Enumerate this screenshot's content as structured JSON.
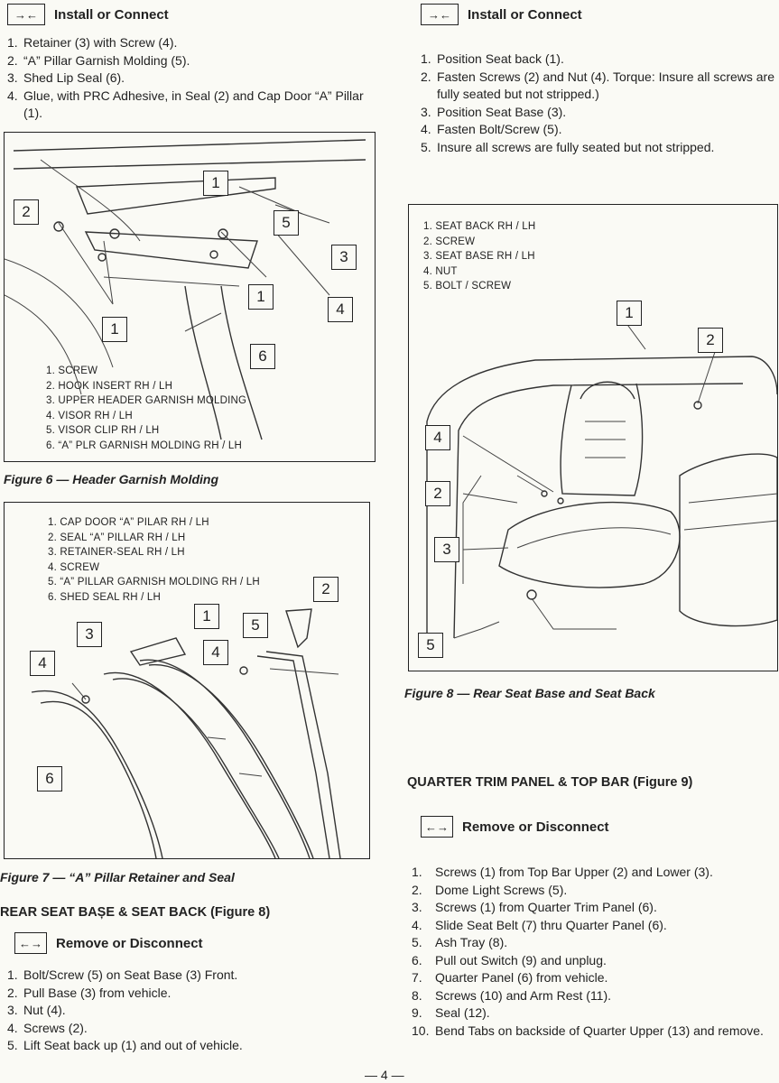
{
  "left": {
    "install_header": {
      "icon": "→←",
      "label": "Install or Connect"
    },
    "install_steps": [
      {
        "n": "1.",
        "text": "Retainer (3) with Screw (4)."
      },
      {
        "n": "2.",
        "text": "“A” Pillar Garnish Molding (5)."
      },
      {
        "n": "3.",
        "text": "Shed Lip Seal (6)."
      },
      {
        "n": "4.",
        "text": "Glue, with PRC Adhesive, in Seal (2) and Cap Door “A” Pillar (1)."
      }
    ],
    "fig6": {
      "callouts": [
        "2",
        "1",
        "5",
        "3",
        "1",
        "4",
        "1",
        "6"
      ],
      "legend": [
        "1.  SCREW",
        "2.  HOOK INSERT RH / LH",
        "3.  UPPER HEADER GARNISH MOLDING",
        "4.  VISOR RH / LH",
        "5.  VISOR CLIP RH / LH",
        "6.  “A” PLR GARNISH MOLDING RH / LH"
      ],
      "caption": "Figure 6 — Header Garnish Molding"
    },
    "fig7": {
      "legend": [
        "1.  CAP DOOR “A” PILAR RH / LH",
        "2.  SEAL “A” PILLAR RH / LH",
        "3.  RETAINER-SEAL RH / LH",
        "4.  SCREW",
        "5.  “A” PILLAR GARNISH MOLDING RH / LH",
        "6.  SHED SEAL RH / LH"
      ],
      "callouts": [
        "2",
        "1",
        "5",
        "3",
        "4",
        "4",
        "6"
      ],
      "caption": "Figure 7 — “A” Pillar Retainer and Seal"
    },
    "rear_seat_title": "REAR SEAT BAȘE & SEAT BACK (Figure 8)",
    "remove_header": {
      "icon": "←→",
      "label": "Remove or Disconnect"
    },
    "remove_steps": [
      {
        "n": "1.",
        "text": "Bolt/Screw (5) on Seat Base (3) Front."
      },
      {
        "n": "2.",
        "text": "Pull Base (3) from vehicle."
      },
      {
        "n": "3.",
        "text": "Nut (4)."
      },
      {
        "n": "4.",
        "text": "Screws (2)."
      },
      {
        "n": "5.",
        "text": "Lift Seat back up (1) and out of vehicle."
      }
    ]
  },
  "right": {
    "install_header": {
      "icon": "→←",
      "label": "Install or Connect"
    },
    "install_steps": [
      {
        "n": "1.",
        "text": "Position Seat back (1)."
      },
      {
        "n": "2.",
        "text": "Fasten Screws (2) and Nut (4). Torque: Insure all screws are fully seated but not stripped.)"
      },
      {
        "n": "3.",
        "text": "Position Seat Base (3)."
      },
      {
        "n": "4.",
        "text": "Fasten Bolt/Screw (5)."
      },
      {
        "n": "5.",
        "text": "Insure all screws are fully seated but not stripped."
      }
    ],
    "fig8": {
      "legend": [
        "1.  SEAT BACK RH / LH",
        "2.  SCREW",
        "3.  SEAT BASE RH / LH",
        "4.  NUT",
        "5.  BOLT / SCREW"
      ],
      "callouts": [
        "1",
        "2",
        "4",
        "2",
        "3",
        "5"
      ],
      "caption": "Figure 8 — Rear Seat Base and Seat Back"
    },
    "quarter_title": "QUARTER TRIM PANEL & TOP BAR (Figure 9)",
    "remove_header": {
      "icon": "←→",
      "label": "Remove or Disconnect"
    },
    "remove_steps": [
      {
        "n": "1.",
        "text": "Screws (1) from Top Bar Upper (2) and Lower (3)."
      },
      {
        "n": "2.",
        "text": "Dome Light Screws (5)."
      },
      {
        "n": "3.",
        "text": "Screws (1) from Quarter Trim Panel (6)."
      },
      {
        "n": "4.",
        "text": "Slide Seat Belt (7) thru Quarter Panel (6)."
      },
      {
        "n": "5.",
        "text": "Ash Tray (8)."
      },
      {
        "n": "6.",
        "text": "Pull out Switch (9) and unplug."
      },
      {
        "n": "7.",
        "text": "Quarter Panel (6) from vehicle."
      },
      {
        "n": "8.",
        "text": "Screws (10) and Arm Rest (11)."
      },
      {
        "n": "9.",
        "text": "Seal (12)."
      },
      {
        "n": "10.",
        "text": "Bend Tabs on backside of Quarter Upper (13) and remove."
      }
    ]
  },
  "page_number": "— 4 —"
}
